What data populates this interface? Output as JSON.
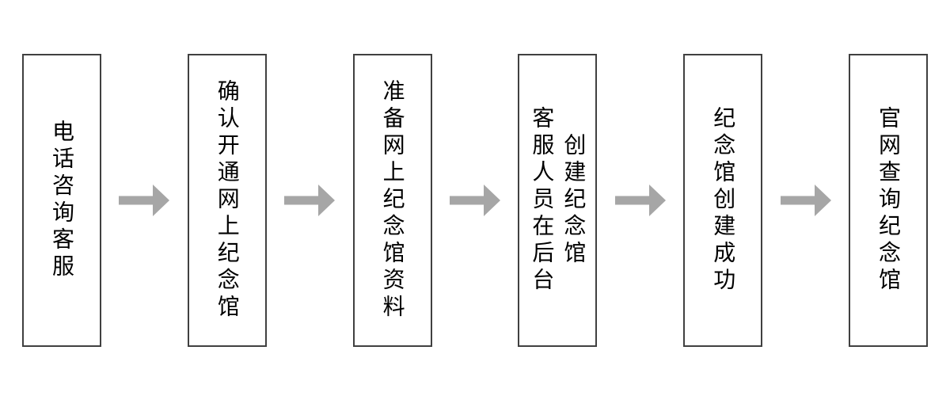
{
  "colors": {
    "background": "#ffffff",
    "box-border": "#404040",
    "box-fill": "#ffffff",
    "arrow": "#a6a6a6",
    "text": "#000000"
  },
  "flowchart": {
    "steps": [
      {
        "label": "电话咨询客服"
      },
      {
        "label": "确认开通网上纪念馆"
      },
      {
        "label": "准备网上纪念馆资料"
      },
      {
        "label": "客服人员在后台\n创建纪念馆"
      },
      {
        "label": "纪念馆创建成功"
      },
      {
        "label": "官网查询纪念馆"
      }
    ]
  }
}
